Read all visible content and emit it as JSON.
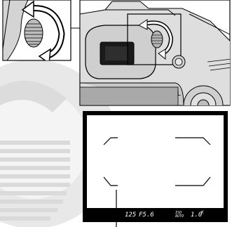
{
  "colors": {
    "line": "#000000",
    "camera_body": "#d9d9d9",
    "camera_shade": "#bdbdbd",
    "camera_dark": "#9a9a9a",
    "background_mark": "#e2e2e2",
    "background_mark_light": "#ececec",
    "finder_field": "#ffffff",
    "finder_frame": "#000000",
    "info_text": "#ffffff"
  },
  "icons": {
    "rotation_arrow": "curved-double-arrow-icon",
    "diopter_knob": "diopter-knob-icon",
    "af_bracket": "af-area-bracket-icon"
  },
  "viewfinder": {
    "shutter_speed": "125",
    "aperture": "F5.6",
    "iso_label": "ISO AUTO",
    "shots_remaining": "1.0",
    "shots_unit": "K"
  }
}
